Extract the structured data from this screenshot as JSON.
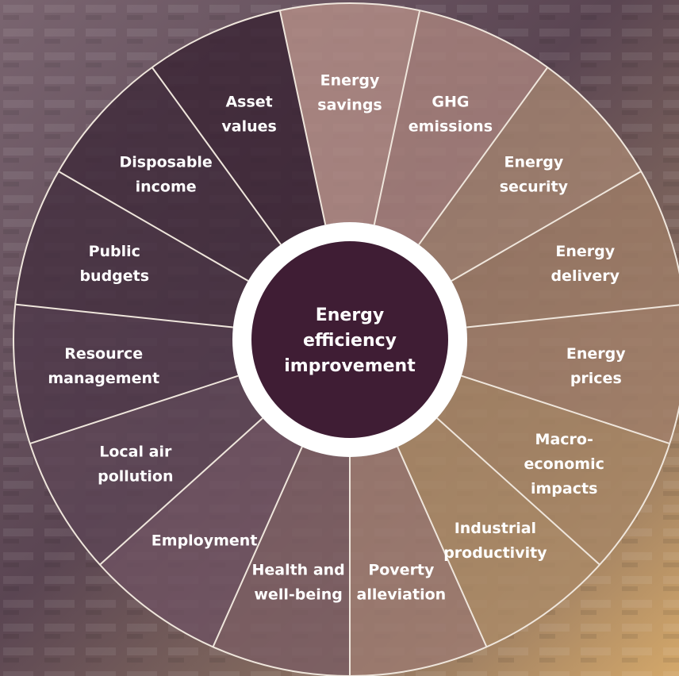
{
  "center": {
    "lines": [
      "Energy",
      "efficiency",
      "improvement"
    ],
    "color": "#3f1d34"
  },
  "segments": [
    {
      "lines": [
        "Energy",
        "savings"
      ],
      "color": "#b38e86"
    },
    {
      "lines": [
        "GHG",
        "emissions"
      ],
      "color": "#a8837c"
    },
    {
      "lines": [
        "Energy",
        "security"
      ],
      "color": "#a48470"
    },
    {
      "lines": [
        "Energy",
        "delivery"
      ],
      "color": "#9e7c67"
    },
    {
      "lines": [
        "Energy",
        "prices"
      ],
      "color": "#a17f69"
    },
    {
      "lines": [
        "Macro-",
        "economic",
        "impacts"
      ],
      "color": "#a78665"
    },
    {
      "lines": [
        "Industrial",
        "productivity"
      ],
      "color": "#ab8a66"
    },
    {
      "lines": [
        "Poverty",
        "alleviation"
      ],
      "color": "#9c7a70"
    },
    {
      "lines": [
        "Health and",
        "well-being"
      ],
      "color": "#7a5d63"
    },
    {
      "lines": [
        "Employment"
      ],
      "color": "#6e5261"
    },
    {
      "lines": [
        "Local air",
        "pollution"
      ],
      "color": "#5d4556"
    },
    {
      "lines": [
        "Resource",
        "management"
      ],
      "color": "#4e3849"
    },
    {
      "lines": [
        "Public",
        "budgets"
      ],
      "color": "#44303f"
    },
    {
      "lines": [
        "Disposable",
        "income"
      ],
      "color": "#3f2b3b"
    },
    {
      "lines": [
        "Asset",
        "values"
      ],
      "color": "#3a2535"
    }
  ],
  "colors": {
    "ring": "#ffffff",
    "divider": "#efe6dc",
    "text": "#ffffff"
  }
}
